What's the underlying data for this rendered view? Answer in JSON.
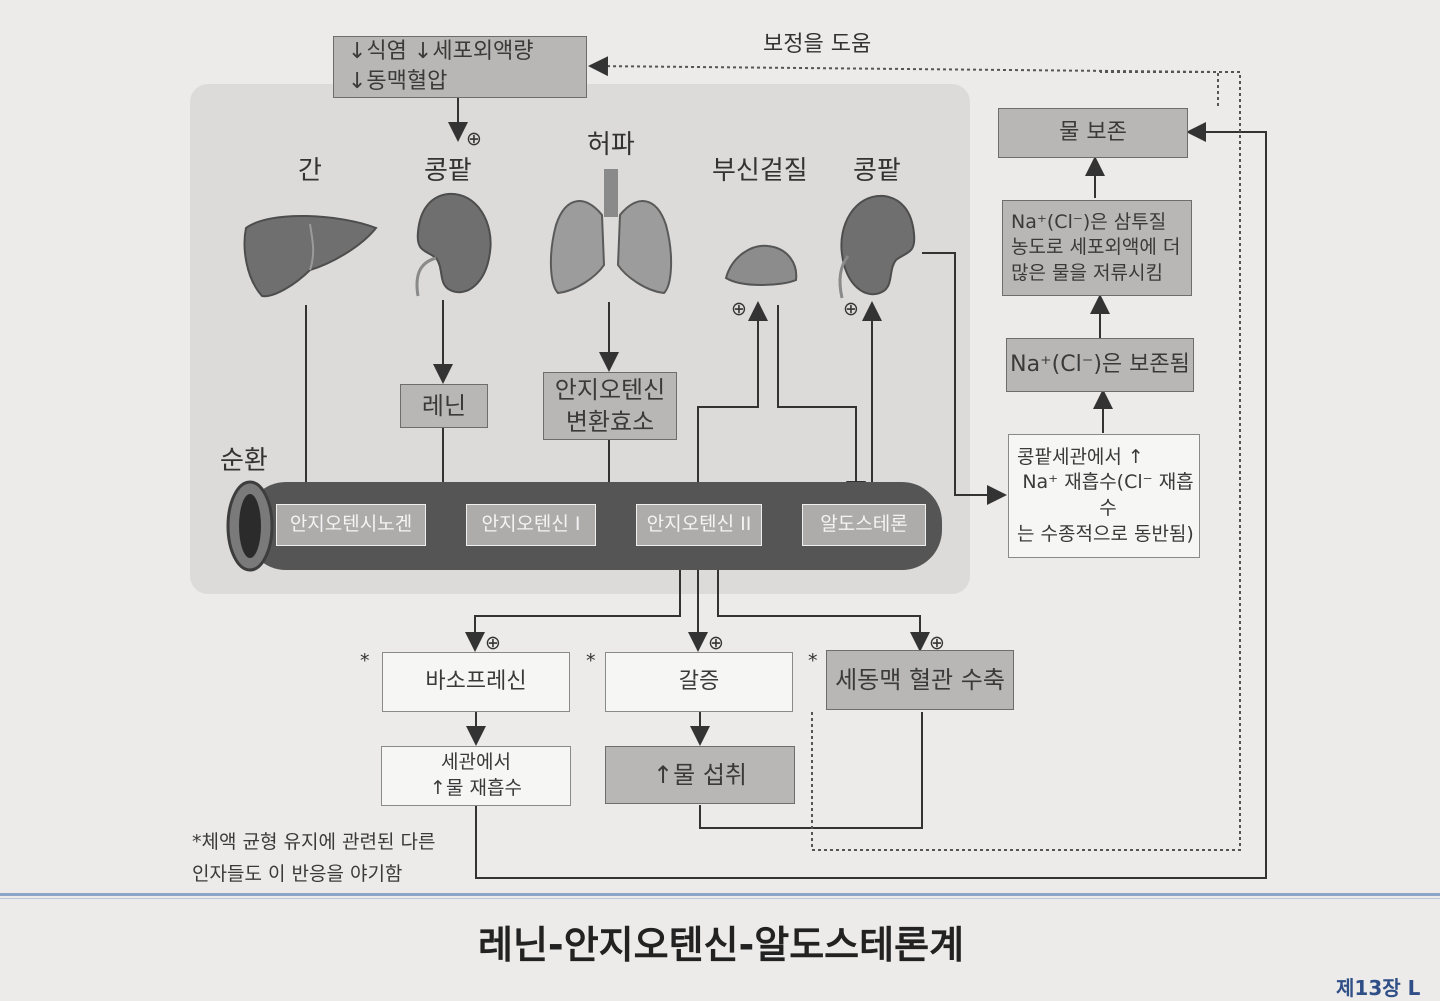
{
  "top_box": {
    "line1": "↓식염 ↓세포외액량",
    "line2": "↓동맥혈압"
  },
  "help_correction": "보정을 도움",
  "organs": {
    "liver": "간",
    "kidney1": "콩팥",
    "lung": "허파",
    "adrenal": "부신겉질",
    "kidney2": "콩팥"
  },
  "renin": "레닌",
  "ace": {
    "line1": "안지오텐신",
    "line2": "변환효소"
  },
  "circulation": "순환",
  "vessel": {
    "angiotensinogen": "안지오텐시노겐",
    "ang1": "안지오텐신 I",
    "ang2": "안지오텐신 II",
    "aldosterone": "알도스테론"
  },
  "right_chain": {
    "water_retention": "물 보존",
    "osmotic": {
      "line1": "Na⁺(Cl⁻)은 삼투질",
      "line2": "농도로 세포외액에 더",
      "line3": "많은 물을 저류시킴"
    },
    "na_retained": "Na⁺(Cl⁻)은 보존됨",
    "tubule": {
      "line1": "콩팥세관에서 ↑",
      "line2": "Na⁺ 재흡수(Cl⁻ 재흡수",
      "line3": "는 수종적으로 동반됨)"
    }
  },
  "plus": "⊕",
  "star": "*",
  "effects": {
    "vasopressin": "바소프레신",
    "thirst": "갈증",
    "vasoconstriction": "세동맥 혈관 수축"
  },
  "outcomes": {
    "reabsorb": {
      "line1": "세관에서",
      "line2": "↑물 재흡수"
    },
    "intake": "↑물 섭취"
  },
  "footnote": {
    "line1": "*체액 균형 유지에 관련된 다른",
    "line2": "인자들도 이 반응을 야기함"
  },
  "title": "레닌-안지오텐신-알도스테론계",
  "page_label": "제13장 L",
  "colors": {
    "background": "#ecebe9",
    "panel": "#dcdbda",
    "grey_box": "#b8b7b6",
    "organ": "#6f6f6f",
    "rule": "#8da6c8",
    "title": "#222222"
  }
}
